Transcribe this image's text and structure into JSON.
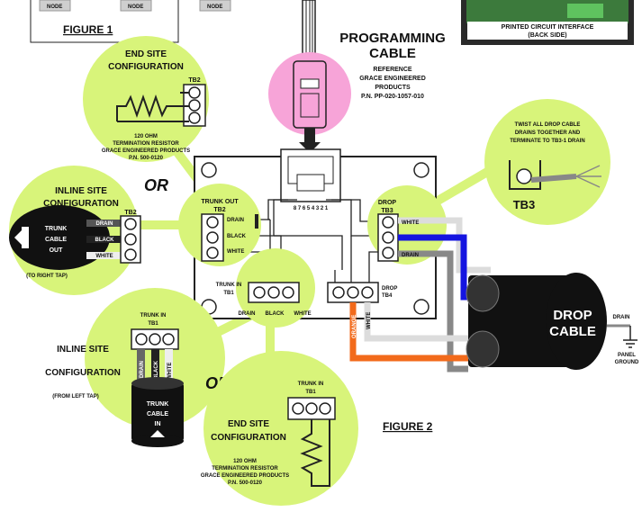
{
  "figure1": {
    "node_labels": [
      "NODE",
      "NODE",
      "NODE"
    ],
    "title": "FIGURE 1"
  },
  "pcb_photo": {
    "caption_line1": "PRINTED CIRCUIT INTERFACE",
    "caption_line2": "(BACK SIDE)"
  },
  "programming_cable": {
    "title_line1": "PROGRAMMING",
    "title_line2": "CABLE",
    "ref_line1": "REFERENCE",
    "ref_line2": "GRACE ENGINEERED",
    "ref_line3": "PRODUCTS",
    "ref_line4": "P.N. PP-020-1057-010"
  },
  "end_site_top": {
    "title_line1": "END SITE",
    "title_line2": "CONFIGURATION",
    "tb_label": "TB2",
    "note_line1": "120 OHM",
    "note_line2": "TERMINATION RESISTOR",
    "note_line3": "GRACE ENGINEERED PRODUCTS",
    "note_line4": "P.N. 500-0120"
  },
  "or_top": "OR",
  "or_bottom": "OR",
  "inline_site_top": {
    "title_line1": "INLINE SITE",
    "title_line2": "CONFIGURATION",
    "tb_label": "TB2",
    "wires": [
      "DRAIN",
      "BLACK",
      "WHITE"
    ],
    "cable_line1": "TRUNK",
    "cable_line2": "CABLE",
    "cable_line3": "OUT",
    "note": "(TO RIGHT TAP)"
  },
  "board": {
    "pin_numbers": "8 7 6 5   4 3 2 1",
    "trunk_out_line1": "TRUNK OUT",
    "trunk_out_line2": "TB2",
    "trunk_out_wires": [
      "DRAIN",
      "BLACK",
      "WHITE"
    ],
    "trunk_in_line1": "TRUNK IN",
    "trunk_in_line2": "TB1",
    "trunk_in_wires": [
      "DRAIN",
      "BLACK",
      "WHITE"
    ],
    "drop_line1": "DROP",
    "drop_line2": "TB3",
    "drop_wires": [
      "WHITE",
      "BLUE",
      "DRAIN"
    ],
    "tb4_line1": "DROP",
    "tb4_line2": "TB4",
    "tb4_wires": [
      "ORANGE",
      "WHITE"
    ]
  },
  "twist_note": {
    "line1": "TWIST ALL DROP CABLE",
    "line2": "DRAINS TOGETHER AND",
    "line3": "TERMINATE TO TB3-1 DRAIN",
    "tb_label": "TB3"
  },
  "drop_cable": {
    "line1": "DROP",
    "line2": "CABLE",
    "drain": "DRAIN",
    "ground_line1": "PANEL",
    "ground_line2": "GROUND"
  },
  "inline_site_bottom": {
    "tb_line1": "TRUNK IN",
    "tb_line2": "TB1",
    "title_line1": "INLINE SITE",
    "title_line2": "CONFIGURATION",
    "wires": [
      "DRAIN",
      "BLACK",
      "WHITE"
    ],
    "cable_line1": "TRUNK",
    "cable_line2": "CABLE",
    "cable_line3": "IN",
    "note": "(FROM LEFT TAP)"
  },
  "end_site_bottom": {
    "tb_line1": "TRUNK IN",
    "tb_line2": "TB1",
    "title_line1": "END SITE",
    "title_line2": "CONFIGURATION",
    "note_line1": "120 OHM",
    "note_line2": "TERMINATION RESISTOR",
    "note_line3": "GRACE ENGINEERED PRODUCTS",
    "note_line4": "P.N. 500-0120"
  },
  "figure2_title": "FIGURE 2",
  "colors": {
    "bubble": "#d8f47a",
    "connector_pink": "#f7a4d8",
    "orange_wire": "#f26a1b",
    "blue_wire": "#1414e0",
    "white_wire": "#dcdcdc"
  }
}
